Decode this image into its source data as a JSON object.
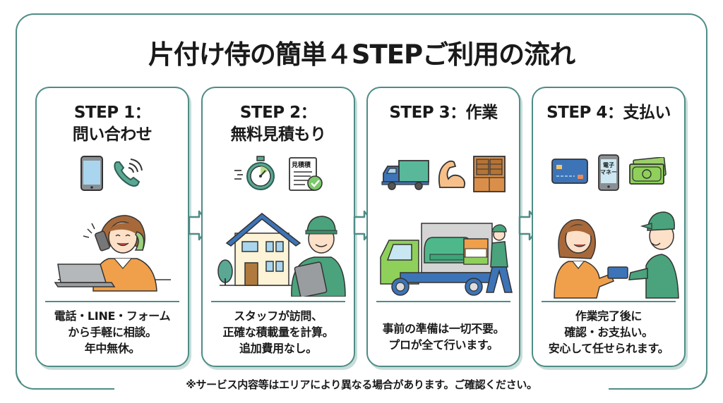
{
  "title": "片付け侍の簡単４STEPご利用の流れ",
  "colors": {
    "frame": "#4f8c86",
    "title_highlight": "#a8d98a",
    "teal_icon": "#5aa894",
    "staff_uniform": "#4aa37c",
    "customer_sweater": "#f0a04b",
    "truck_cab": "#8fd05a",
    "truck_blue": "#3d74b8"
  },
  "steps": [
    {
      "title_line1": "STEP 1：",
      "title_line2": "問い合わせ",
      "icons": [
        "smartphone-icon",
        "phone-call-icon"
      ],
      "illustration": "woman-on-phone-with-laptop",
      "desc": [
        "電話・LINE・フォーム",
        "から手軽に相談。",
        "年中無休。"
      ]
    },
    {
      "title_line1": "STEP 2：",
      "title_line2": "無料見積もり",
      "icons": [
        "stopwatch-icon",
        "estimate-document-icon"
      ],
      "estimate_doc_label": "見積積",
      "illustration": "staff-with-clipboard-at-house",
      "desc": [
        "スタッフが訪問、",
        "正確な積載量を計算。",
        "追加費用なし。"
      ]
    },
    {
      "title_line1": "STEP 3：作業",
      "title_line2": "",
      "icons": [
        "truck-icon",
        "muscle-arm-icon",
        "cabinet-icon"
      ],
      "illustration": "staff-loading-truck",
      "desc": [
        "事前の準備は一切不要。",
        "プロが全て行います。"
      ]
    },
    {
      "title_line1": "STEP 4：支払い",
      "title_line2": "",
      "icons": [
        "credit-card-icon",
        "e-money-phone-icon",
        "cash-icon"
      ],
      "emoney_label_1": "電子",
      "emoney_label_2": "マネー",
      "illustration": "customer-paying-staff",
      "desc": [
        "作業完了後に",
        "確認・お支払い。",
        "安心して任せられます。"
      ]
    }
  ],
  "footer_note": "※サービス内容等はエリアにより異なる場合があります。ご確認ください。"
}
